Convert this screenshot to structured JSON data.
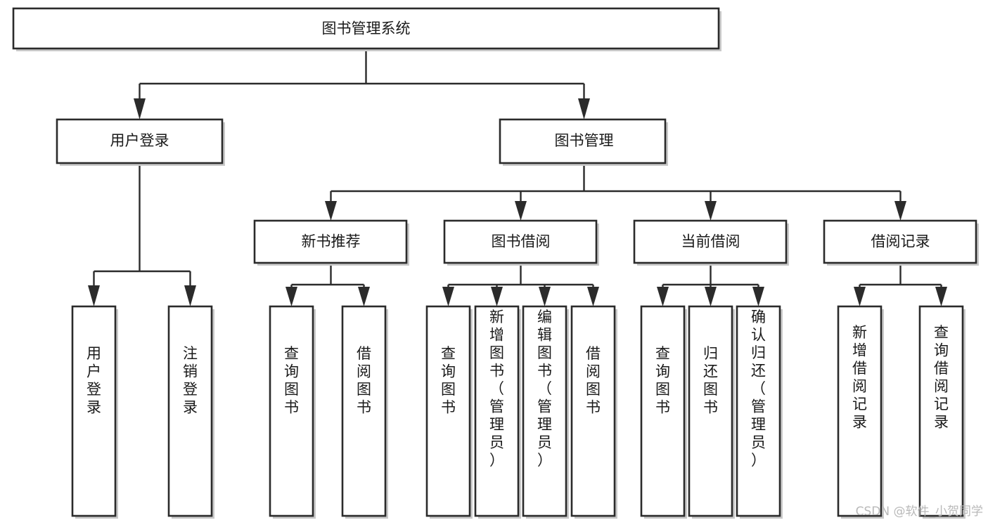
{
  "diagram": {
    "type": "tree-hierarchy",
    "orientation": "top-down",
    "title": "图书管理系统",
    "colors": {
      "box_fill": "#ffffff",
      "box_stroke": "#2b2b2b",
      "box_shadow": "#c9c9c9",
      "text": "#1a1a1a",
      "watermark": "#b9b9b9",
      "background": "#ffffff"
    },
    "root": {
      "label": "图书管理系统"
    },
    "level1": [
      {
        "label": "用户登录"
      },
      {
        "label": "图书管理"
      }
    ],
    "level2": [
      {
        "label": "新书推荐"
      },
      {
        "label": "图书借阅"
      },
      {
        "label": "当前借阅"
      },
      {
        "label": "借阅记录"
      }
    ],
    "leaves": {
      "user_login": [
        {
          "label": "用户登录"
        },
        {
          "label": "注销登录"
        }
      ],
      "new_book_recommend": [
        {
          "label": "查询图书"
        },
        {
          "label": "借阅图书"
        }
      ],
      "book_borrow": [
        {
          "label": "查询图书"
        },
        {
          "label": "新增图书（管理员）"
        },
        {
          "label": "编辑图书（管理员）"
        },
        {
          "label": "借阅图书"
        }
      ],
      "current_borrow": [
        {
          "label": "查询图书"
        },
        {
          "label": "归还图书"
        },
        {
          "label": "确认归还（管理员）"
        }
      ],
      "borrow_record": [
        {
          "label": "新增借阅记录"
        },
        {
          "label": "查询借阅记录"
        }
      ]
    }
  },
  "watermark": {
    "text": "CSDN @软件_小贺同学"
  }
}
